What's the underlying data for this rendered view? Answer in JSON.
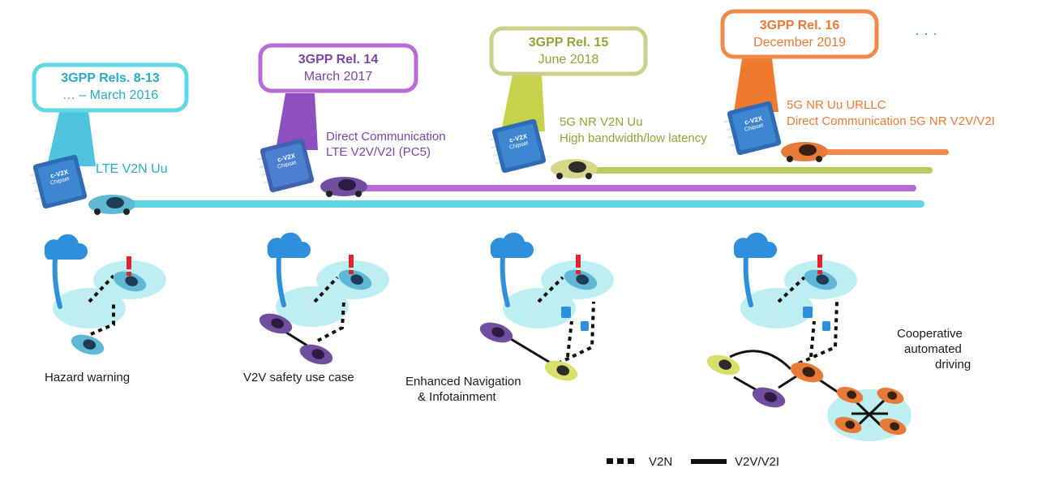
{
  "colors": {
    "rel8": "#5fd7e4",
    "rel14": "#b86ad6",
    "rel15": "#b6cc60",
    "rel16": "#f08a4b",
    "text_cyan": "#2aa9c6",
    "text_purple": "#7a45a8",
    "text_olive": "#8ea53a",
    "text_orange": "#e87a37",
    "dark": "#1b1b1b",
    "chip": "#2f6bb5",
    "cloud": "#2e8fdc",
    "cell_glow": "#bdeef2"
  },
  "releases": [
    {
      "title": "3GPP Rels. 8-13",
      "date": "… – March 2016",
      "tech": [
        "LTE V2N Uu"
      ]
    },
    {
      "title": "3GPP Rel. 14",
      "date": "March 2017",
      "tech": [
        "Direct Communication",
        "LTE V2V/V2I (PC5)"
      ]
    },
    {
      "title": "3GPP Rel. 15",
      "date": "June 2018",
      "tech": [
        "5G NR V2N Uu",
        "High bandwidth/low latency"
      ]
    },
    {
      "title": "3GPP Rel. 16",
      "date": "December 2019",
      "tech": [
        "5G NR Uu URLLC",
        "Direct Communication 5G NR V2V/V2I"
      ]
    }
  ],
  "ellipsis": "· · ·",
  "chip_label": [
    "c-V2X",
    "Chipset"
  ],
  "use_cases": [
    {
      "label": [
        "Hazard warning"
      ]
    },
    {
      "label": [
        "V2V safety use case"
      ]
    },
    {
      "label": [
        "Enhanced Navigation",
        "& Infotainment"
      ]
    },
    {
      "label": [
        "Cooperative",
        "automated",
        "driving"
      ]
    }
  ],
  "legend": {
    "v2n": "V2N",
    "v2v": "V2V/V2I"
  },
  "icons": [
    "chipset-icon",
    "car-icon",
    "cloud-icon",
    "cell-tower-icon",
    "warning-icon",
    "music-note-icon"
  ]
}
